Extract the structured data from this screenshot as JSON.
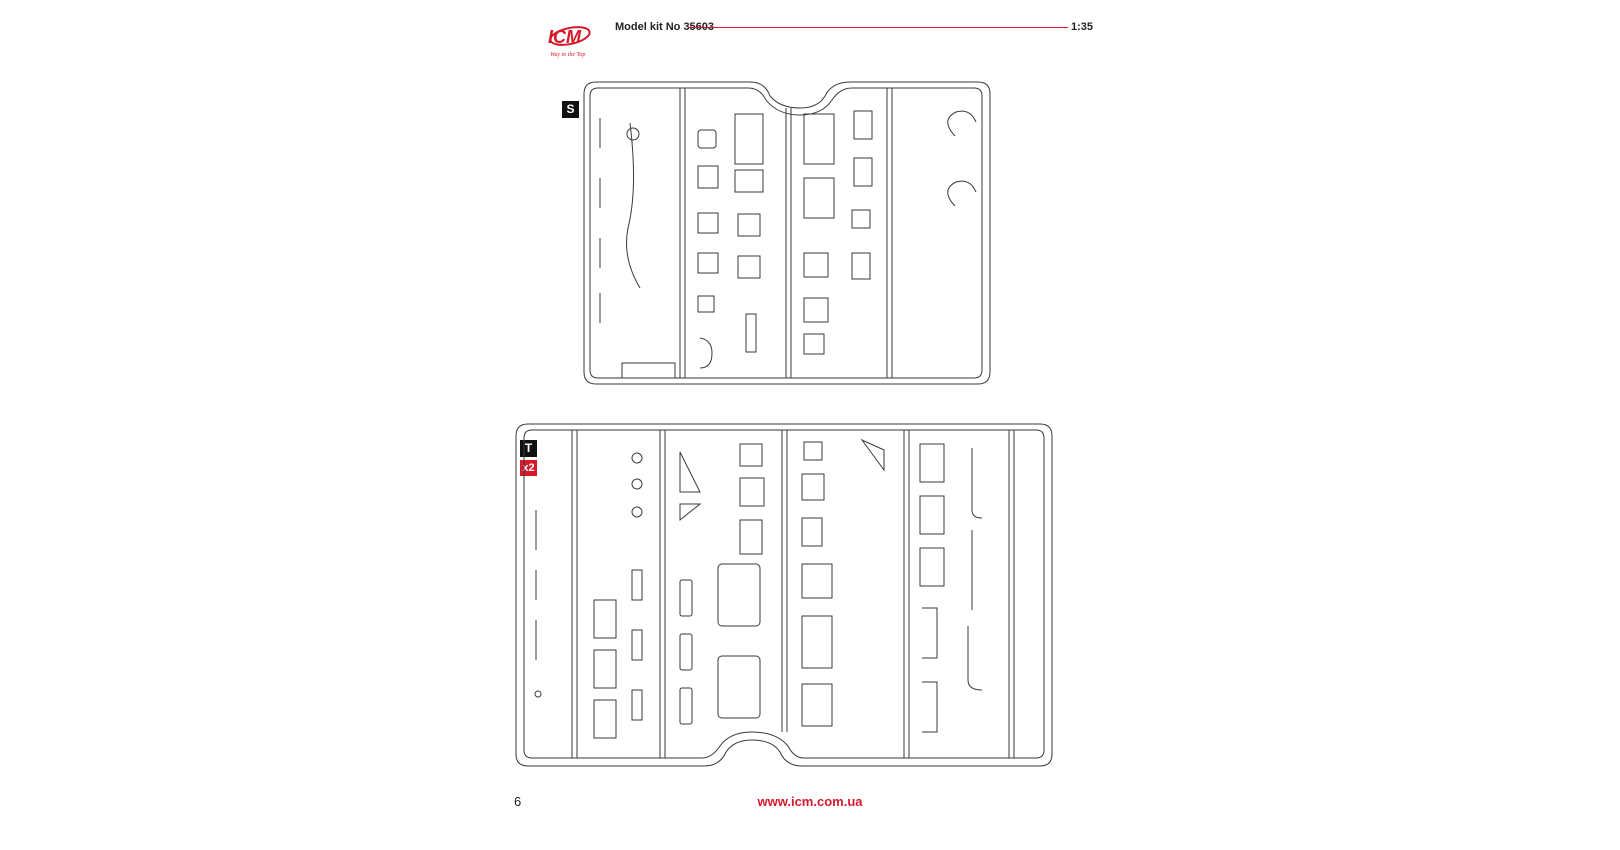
{
  "header": {
    "logo_text": "ICM",
    "logo_tagline": "Way to the Top",
    "kit_title": "Model kit No 35603",
    "scale": "1:35"
  },
  "sprues": {
    "s": {
      "letter": "S"
    },
    "t": {
      "letter": "T",
      "multiplier": "x2"
    }
  },
  "footer": {
    "page_number": "6",
    "website": "www.icm.com.ua"
  },
  "colors": {
    "brand_red": "#d6182b",
    "line": "#3a3a3a",
    "text": "#231f20"
  }
}
